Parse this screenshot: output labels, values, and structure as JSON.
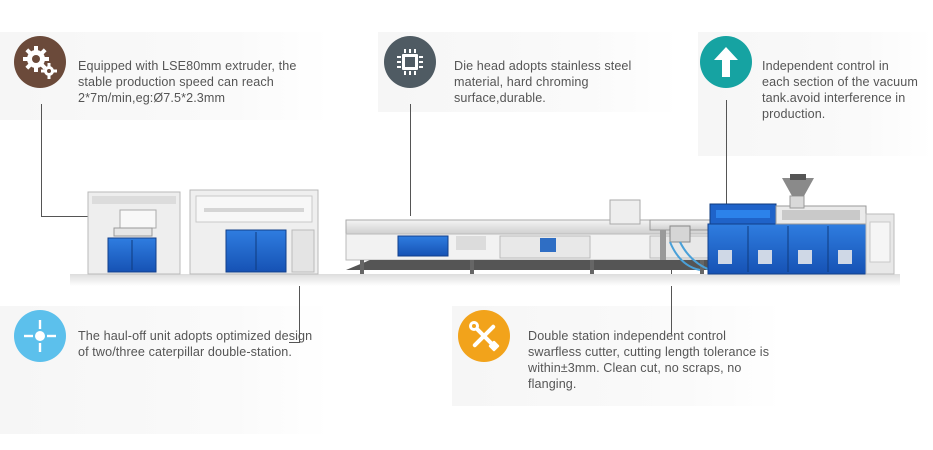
{
  "features": [
    {
      "icon": "gears-icon",
      "color": "#6b4a3a",
      "text": "Equipped with LSE80mm extruder, the stable production speed can reach 2*7m/min,eg:Ø7.5*2.3mm"
    },
    {
      "icon": "chip-icon",
      "color": "#4f5b63",
      "text": "Die head adopts stainless steel material, hard chroming surface,durable."
    },
    {
      "icon": "arrow-up-icon",
      "color": "#16a3a2",
      "text": "Independent control in each section of the vacuum tank.avoid interference in production."
    },
    {
      "icon": "crosshair-icon",
      "color": "#5cc0ec",
      "text": "The haul-off unit adopts optimized design of two/three caterpillar double-station."
    },
    {
      "icon": "tools-icon",
      "color": "#f2a31b",
      "text": "Double station independent control swarfless cutter, cutting length tolerance is within±3mm. Clean cut, no scraps, no flanging."
    }
  ]
}
